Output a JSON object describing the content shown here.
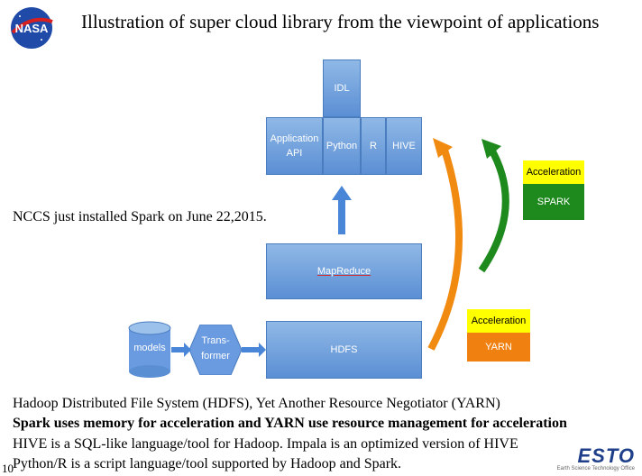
{
  "header": {
    "title": "Illustration of super cloud library from the viewpoint of applications",
    "logo_text": "NASA"
  },
  "diagram": {
    "top_row": {
      "idl": "IDL",
      "application_api": "Application API",
      "python": "Python",
      "r": "R",
      "hive": "HIVE"
    },
    "mapreduce": "MapReduce",
    "hdfs": "HDFS",
    "models": "models",
    "transformer": "Trans-\nformer",
    "spark_group": {
      "accel_label": "Acceleration",
      "name": "SPARK"
    },
    "yarn_group": {
      "accel_label": "Acceleration",
      "name": "YARN"
    },
    "install_note": "NCCS just installed Spark on June 22,2015."
  },
  "notes": {
    "line1": "Hadoop Distributed File System (HDFS), Yet Another Resource Negotiator (YARN)",
    "line2": "Spark uses memory for acceleration and YARN use resource management for acceleration",
    "line3": "HIVE is a SQL-like language/tool for Hadoop. Impala is an optimized version of HIVE",
    "line4": "Python/R is a script language/tool supported by Hadoop and Spark."
  },
  "footer": {
    "page_number": "10",
    "esto_logo": "ESTO",
    "esto_sub": "Earth Science Technology Office"
  },
  "colors": {
    "box_blue": "#6a9be0",
    "arrow_orange": "#f08a10",
    "arrow_green": "#1e8a1e"
  }
}
